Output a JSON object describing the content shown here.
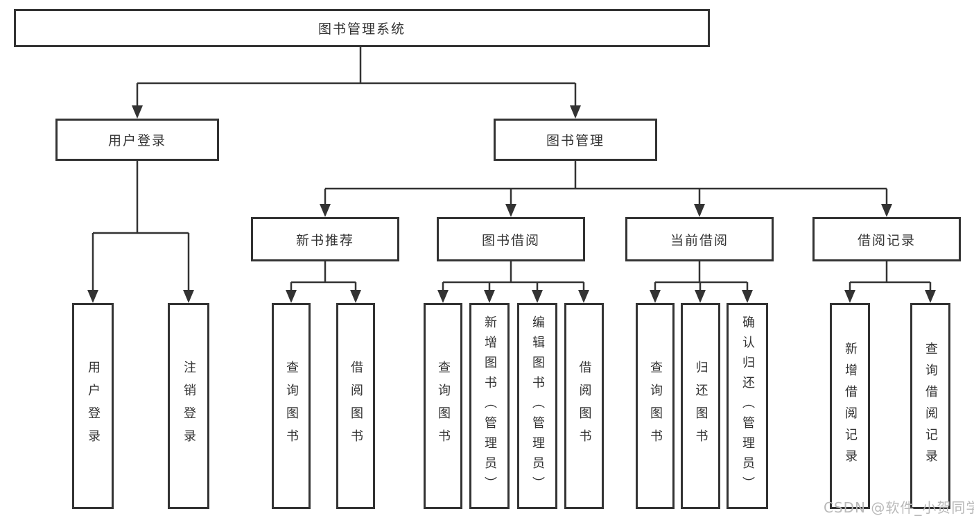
{
  "diagram": {
    "root": {
      "label": "图书管理系统"
    },
    "level2": {
      "user_login": {
        "label": "用户登录"
      },
      "book_mgmt": {
        "label": "图书管理"
      }
    },
    "level3": {
      "new_book": {
        "label": "新书推荐"
      },
      "borrow": {
        "label": "图书借阅"
      },
      "current": {
        "label": "当前借阅"
      },
      "records": {
        "label": "借阅记录"
      }
    },
    "leaves": {
      "user_login_leaf": {
        "label": "用户登录"
      },
      "logout": {
        "label": "注销登录"
      },
      "nb_query": {
        "label": "查询图书"
      },
      "nb_borrow": {
        "label": "借阅图书"
      },
      "bb_query": {
        "label": "查询图书"
      },
      "bb_add": {
        "label": "新增图书（管理员）"
      },
      "bb_edit": {
        "label": "编辑图书（管理员）"
      },
      "bb_borrow": {
        "label": "借阅图书"
      },
      "cb_query": {
        "label": "查询图书"
      },
      "cb_return": {
        "label": "归还图书"
      },
      "cb_confirm": {
        "label": "确认归还（管理员）"
      },
      "br_add": {
        "label": "新增借阅记录"
      },
      "br_query": {
        "label": "查询借阅记录"
      }
    }
  },
  "watermark": {
    "text": "CSDN @软件_小贺同学",
    "color": "#b9b9b9"
  },
  "colors": {
    "line": "#333333",
    "text": "#333333",
    "box_bg": "#ffffff",
    "page_bg": "#ffffff"
  }
}
